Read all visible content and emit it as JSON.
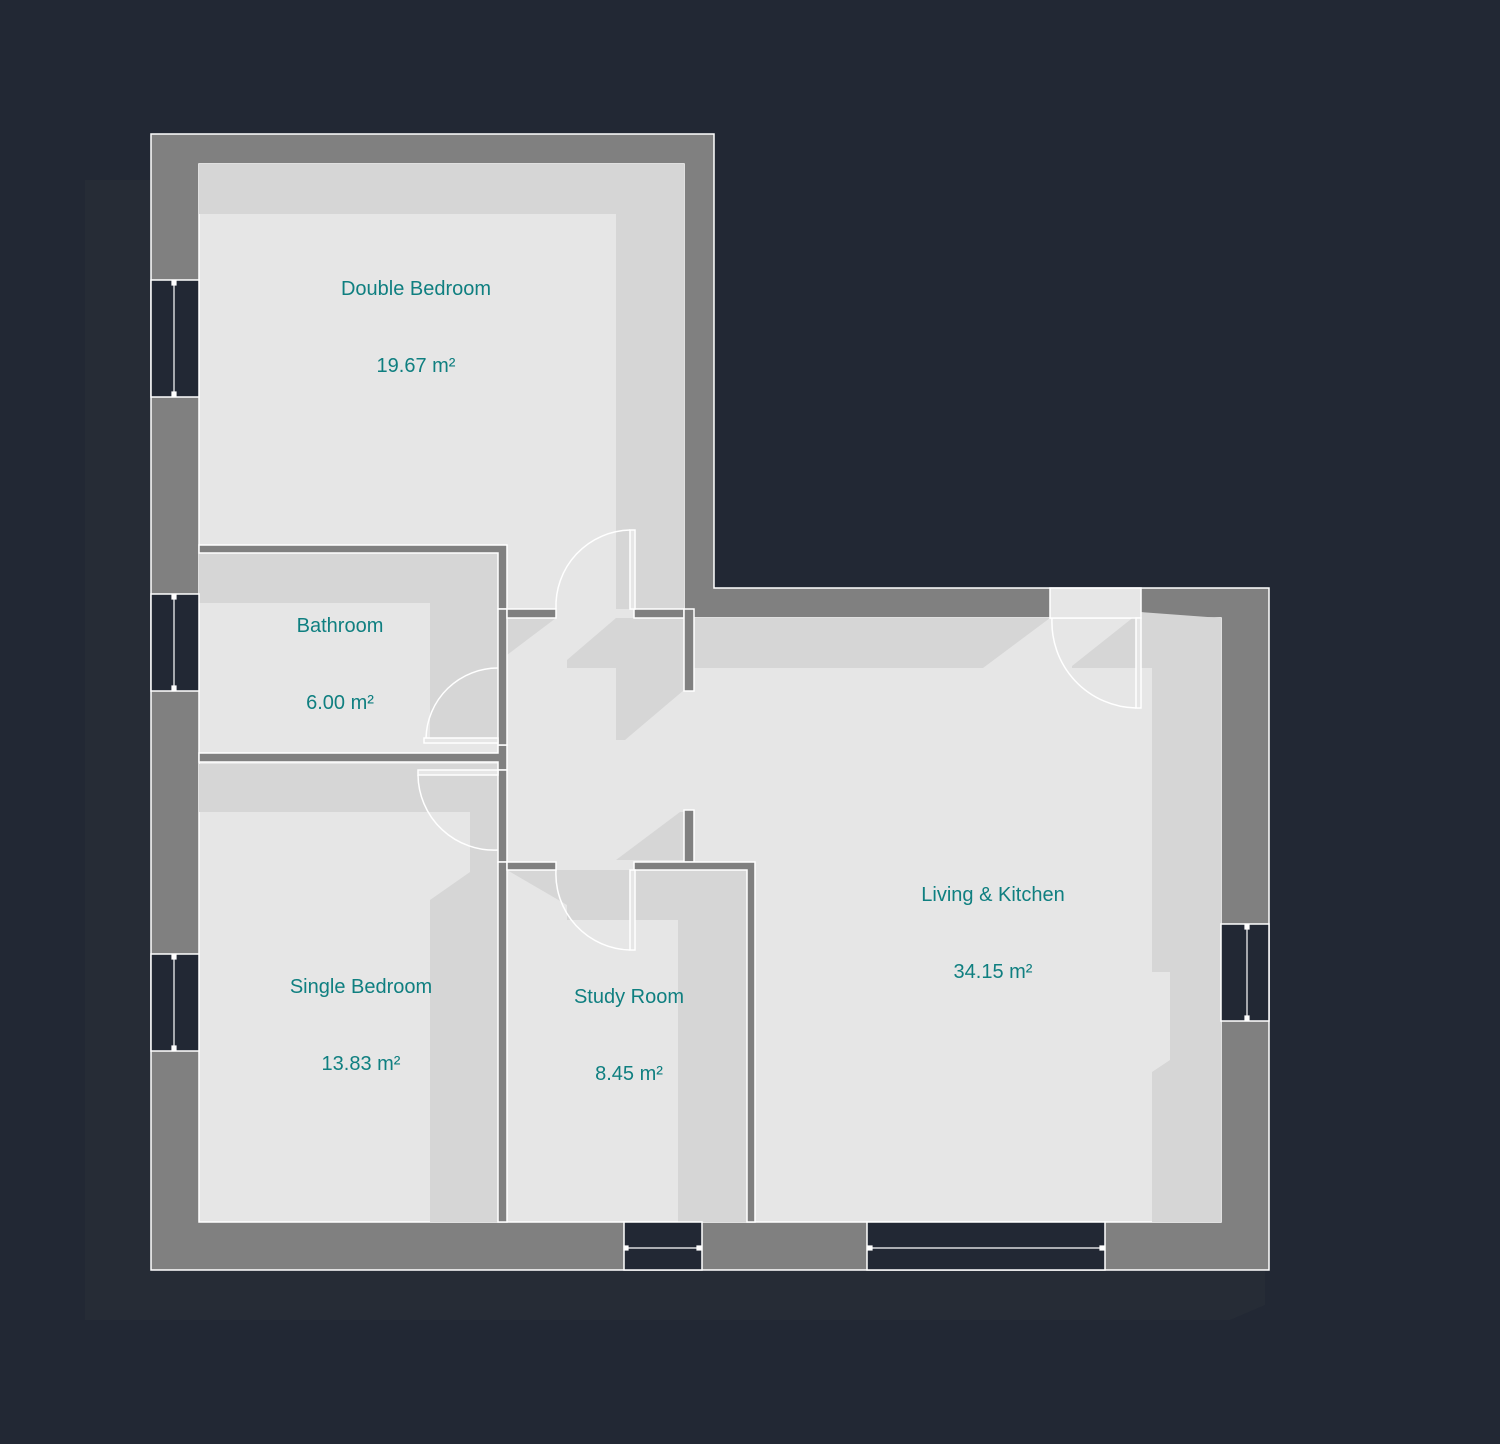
{
  "colors": {
    "background": "#222834",
    "wall": "#808080",
    "floor": "#e6e6e6",
    "shade": "#d6d6d6",
    "outline": "#ffffff",
    "label": "#0f7f80"
  },
  "rooms": [
    {
      "id": "double-bedroom",
      "name": "Double Bedroom",
      "area": "19.67 m²"
    },
    {
      "id": "bathroom",
      "name": "Bathroom",
      "area": "6.00 m²"
    },
    {
      "id": "single-bedroom",
      "name": "Single Bedroom",
      "area": "13.83 m²"
    },
    {
      "id": "study-room",
      "name": "Study Room",
      "area": "8.45 m²"
    },
    {
      "id": "living-kitchen",
      "name": "Living & Kitchen",
      "area": "34.15 m²"
    }
  ]
}
